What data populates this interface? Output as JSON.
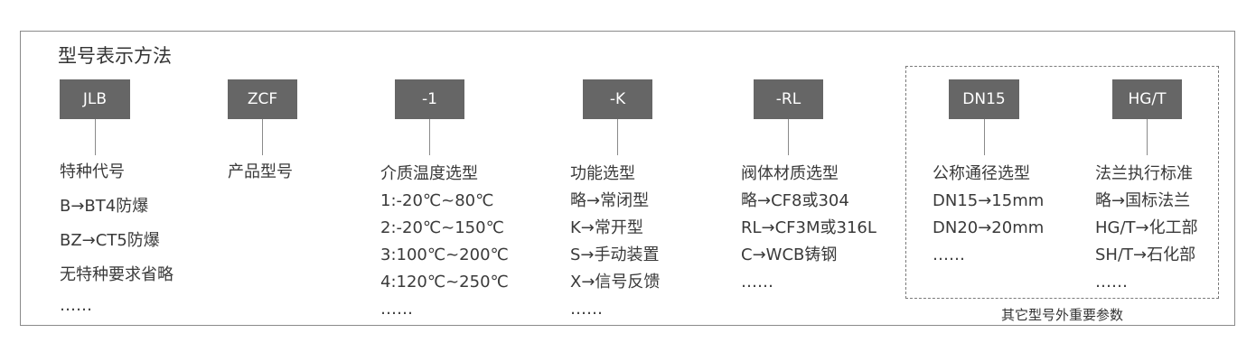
{
  "title": "型号表示方法",
  "blocks": [
    {
      "code": "JLB",
      "lines": [
        "特种代号",
        "B→BT4防爆",
        "BZ→CT5防爆",
        "无特种要求省略",
        "……"
      ]
    },
    {
      "code": "ZCF",
      "lines": [
        "产品型号"
      ]
    },
    {
      "code": "-1",
      "lines": [
        "介质温度选型",
        "1:-20℃~80℃",
        "2:-20℃~150℃",
        "3:100℃~200℃",
        "4:120℃~250℃",
        "……"
      ]
    },
    {
      "code": "-K",
      "lines": [
        "功能选型",
        "略→常闭型",
        "K→常开型",
        "S→手动装置",
        "X→信号反馈",
        "……"
      ]
    },
    {
      "code": "-RL",
      "lines": [
        "阀体材质选型",
        "略→CF8或304",
        "RL→CF3M或316L",
        "C→WCB铸钢",
        "……"
      ]
    },
    {
      "code": "DN15",
      "lines": [
        "公称通径选型",
        "DN15→15mm",
        "DN20→20mm",
        "……"
      ]
    },
    {
      "code": "HG/T",
      "lines": [
        "法兰执行标准",
        "略→国标法兰",
        "HG/T→化工部",
        "SH/T→石化部",
        "……"
      ]
    }
  ],
  "dashed_caption": "其它型号外重要参数"
}
